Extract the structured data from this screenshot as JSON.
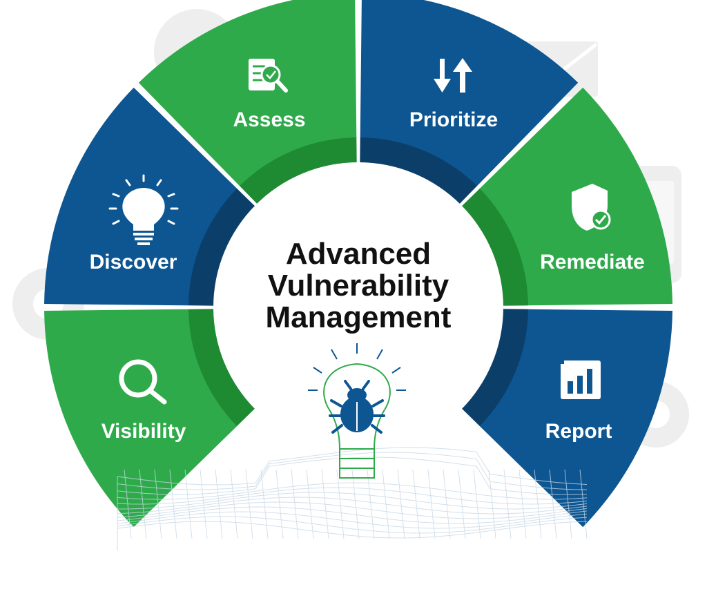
{
  "title": {
    "lines": [
      "Advanced",
      "Vulnerability",
      "Management"
    ]
  },
  "segments": [
    {
      "label": "Visibility",
      "icon": "magnifier-icon",
      "color": "green"
    },
    {
      "label": "Discover",
      "icon": "lightbulb-icon",
      "color": "blue"
    },
    {
      "label": "Assess",
      "icon": "document-search-icon",
      "color": "green"
    },
    {
      "label": "Prioritize",
      "icon": "sort-arrows-icon",
      "color": "blue"
    },
    {
      "label": "Remediate",
      "icon": "shield-check-icon",
      "color": "green"
    },
    {
      "label": "Report",
      "icon": "bar-chart-icon",
      "color": "blue"
    }
  ],
  "center_icon": "bug-lightbulb-icon",
  "colors": {
    "green": "#2eaa4a",
    "green_dark": "#1e8a32",
    "blue": "#0d5692",
    "blue_dark": "#0b3f6a",
    "title": "#111111",
    "background_icons": "#eeeeee"
  }
}
